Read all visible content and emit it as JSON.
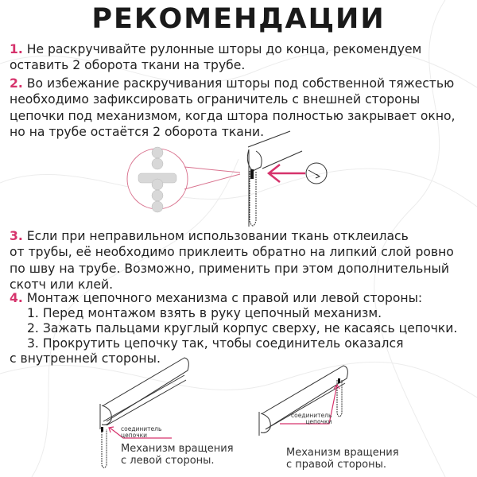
{
  "title": "РЕКОМЕНДАЦИИ",
  "accent_color": "#d6336c",
  "items": [
    {
      "number": "1.",
      "lines": [
        "Не раскручивайте рулонные шторы до конца, рекомендуем",
        "оставить 2 оборота ткани на трубе."
      ]
    },
    {
      "number": "2.",
      "lines": [
        "Во избежание раскручивания шторы под собственной тяжестью",
        "необходимо зафиксировать ограничитель с внешней стороны",
        "цепочки под механизмом, когда штора полностью закрывает окно,",
        "но на трубе остаётся 2 оборота ткани."
      ]
    },
    {
      "number": "3.",
      "lines": [
        "Если при неправильном использовании ткань отклеилась",
        "от трубы, её необходимо приклеить обратно на липкий слой ровно",
        "по шву на трубе. Возможно, применить при этом дополнительный",
        "скотч или клей."
      ]
    },
    {
      "number": "4.",
      "lines": [
        "Монтаж цепочного механизма с правой или левой стороны:"
      ],
      "steps": [
        "1. Перед монтажом взять в руку цепочный механизм.",
        "2. Зажать пальцами круглый корпус сверху, не касаясь цепочки.",
        "3. Прокрутить цепочку так, чтобы соединитель оказался"
      ],
      "tail": "с внутренней стороны."
    }
  ],
  "diagrams": {
    "left": {
      "label_line1": "соединитель",
      "label_line2": "цепочки",
      "caption_line1": "Механизм вращения",
      "caption_line2": "с левой стороны."
    },
    "right": {
      "label_line1": "соединитель",
      "label_line2": "цепочки",
      "caption_line1": "Механизм вращения",
      "caption_line2": "с правой стороны."
    }
  }
}
